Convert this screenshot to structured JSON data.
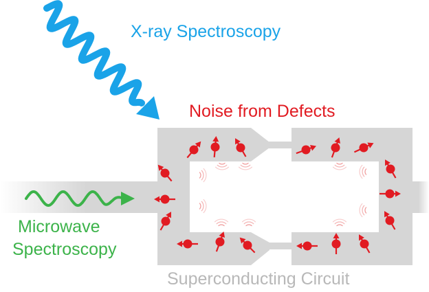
{
  "labels": {
    "xray": "X-ray Spectroscopy",
    "noise": "Noise from Defects",
    "microwave_line1": "Microwave",
    "microwave_line2": "Spectroscopy",
    "circuit": "Superconducting Circuit"
  },
  "colors": {
    "xray": "#1aa3e8",
    "noise": "#e11b22",
    "microwave": "#3cb34a",
    "circuit_label": "#b8b8b8",
    "circuit_body": "#d6d6d6",
    "defect": "#e11b22"
  },
  "icons": {
    "xray_wave": "squiggly-arrow-icon",
    "microwave_wave": "sine-wave-arrow-icon",
    "defect": "spin-arrow-icon",
    "emission": "radiation-arcs-icon"
  }
}
